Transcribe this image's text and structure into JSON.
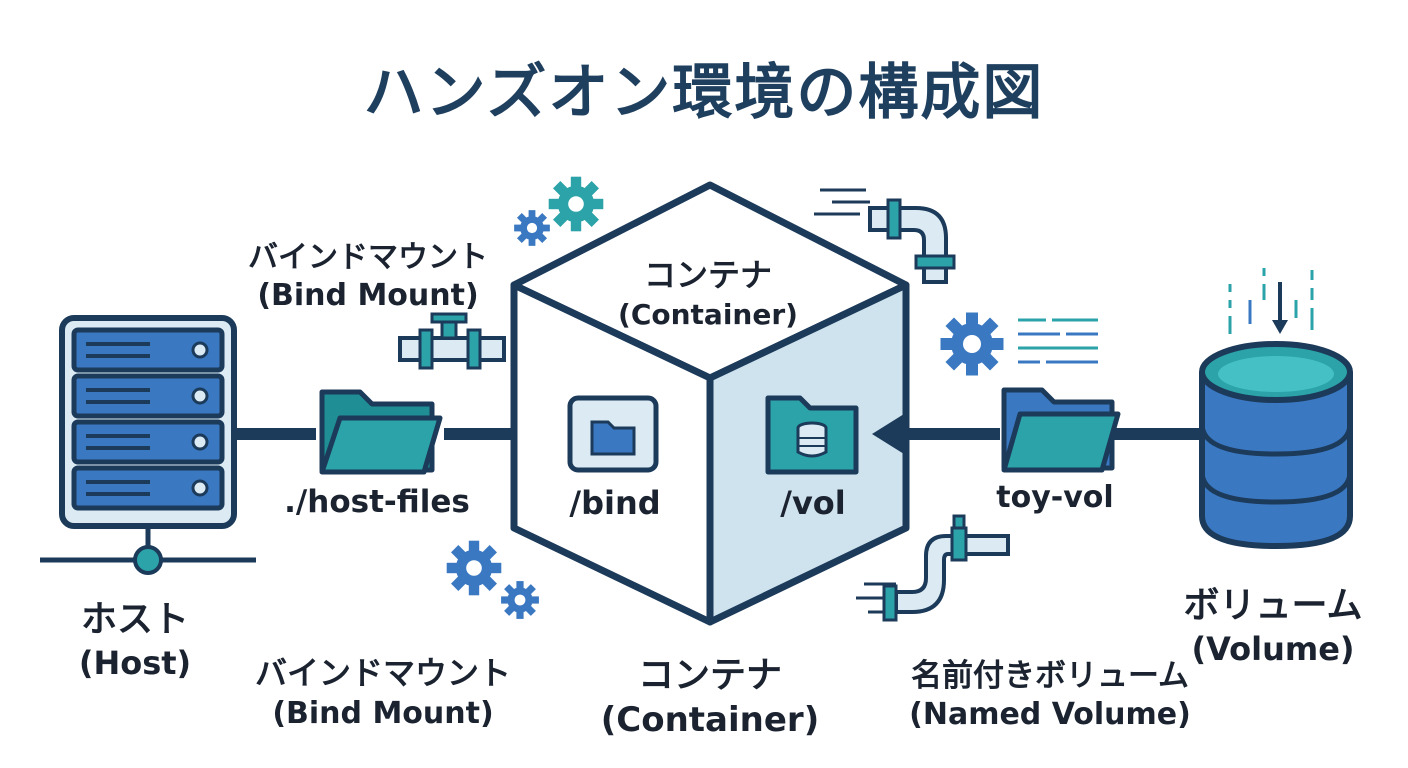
{
  "title": "ハンズオン環境の構成図",
  "host": {
    "label_jp": "ホスト",
    "label_en": "(Host)"
  },
  "bind_mount_top": {
    "label_jp": "バインドマウント",
    "label_en": "(Bind Mount)"
  },
  "bind_mount_bottom": {
    "label_jp": "バインドマウント",
    "label_en": "(Bind Mount)"
  },
  "host_folder": {
    "label": "./host-files"
  },
  "container_top": {
    "label_jp": "コンテナ",
    "label_en": "(Container)"
  },
  "container_bottom": {
    "label_jp": "コンテナ",
    "label_en": "(Container)"
  },
  "bind_path": {
    "label": "/bind"
  },
  "vol_path": {
    "label": "/vol"
  },
  "volume_folder": {
    "label": "toy-vol"
  },
  "volume": {
    "label_jp": "ボリューム",
    "label_en": "(Volume)"
  },
  "named_volume": {
    "label_jp": "名前付きボリューム",
    "label_en": "(Named Volume)"
  },
  "colors": {
    "navy": "#1c3a5a",
    "teal": "#2ba3a8",
    "blue": "#3a78c2",
    "light_blue": "#dcebf3",
    "cube_side": "#cfe3ee"
  }
}
